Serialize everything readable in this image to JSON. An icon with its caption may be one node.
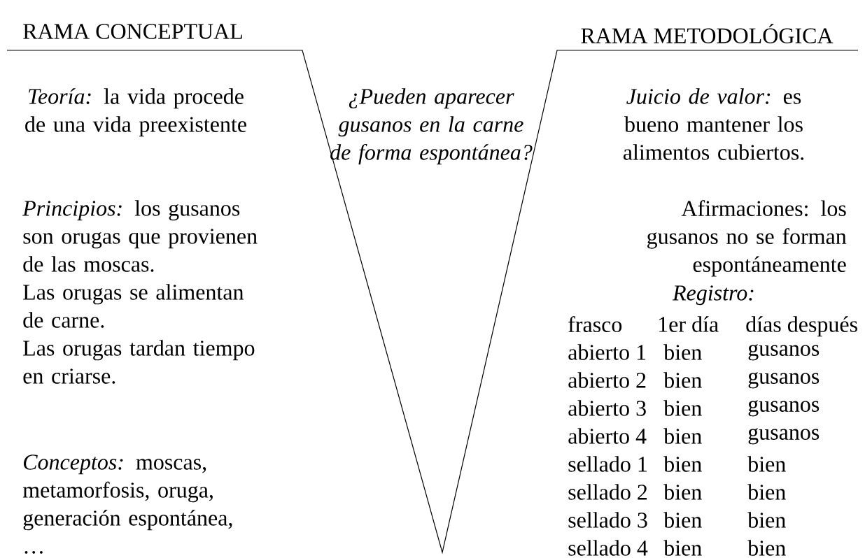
{
  "diagram": {
    "labels": [
      "RAMA CONCEPTUAL",
      "RAMA METODOLÓGICA",
      "*Teoría:* la vida procede de una vida preexistente",
      "¿Pueden aparecer gusanos en la carne de forma espontánea?",
      "*Juicio de valor:* es bueno mantener los alimentos cubiertos.",
      "*Principios:* los gusanos son orugas que provienen de las moscas.",
      "Afirmaciones: los gusanos no se forman espontáneamente",
      "Registro:",
      "Las orugas se alimentan de carne.",
      "Las orugas tardan tiempo en criarse.",
      "*Conceptos:* moscas, metamorfosis, oruga, generación espontánea, …",
      "frasco",
      "1er día",
      "días después",
      "abierto 1",
      "bien",
      "gusanos",
      "abierto 2",
      "bien",
      "gusanos",
      "abierto 3",
      "bien",
      "gusanos",
      "abierto 4",
      "bien",
      "gusanos",
      "sellado 1",
      "bien",
      "bien",
      "sellado 2",
      "bien",
      "bien",
      "sellado 3",
      "bien",
      "bien",
      "sellado 4",
      "bien",
      "bien"
    ]
  }
}
